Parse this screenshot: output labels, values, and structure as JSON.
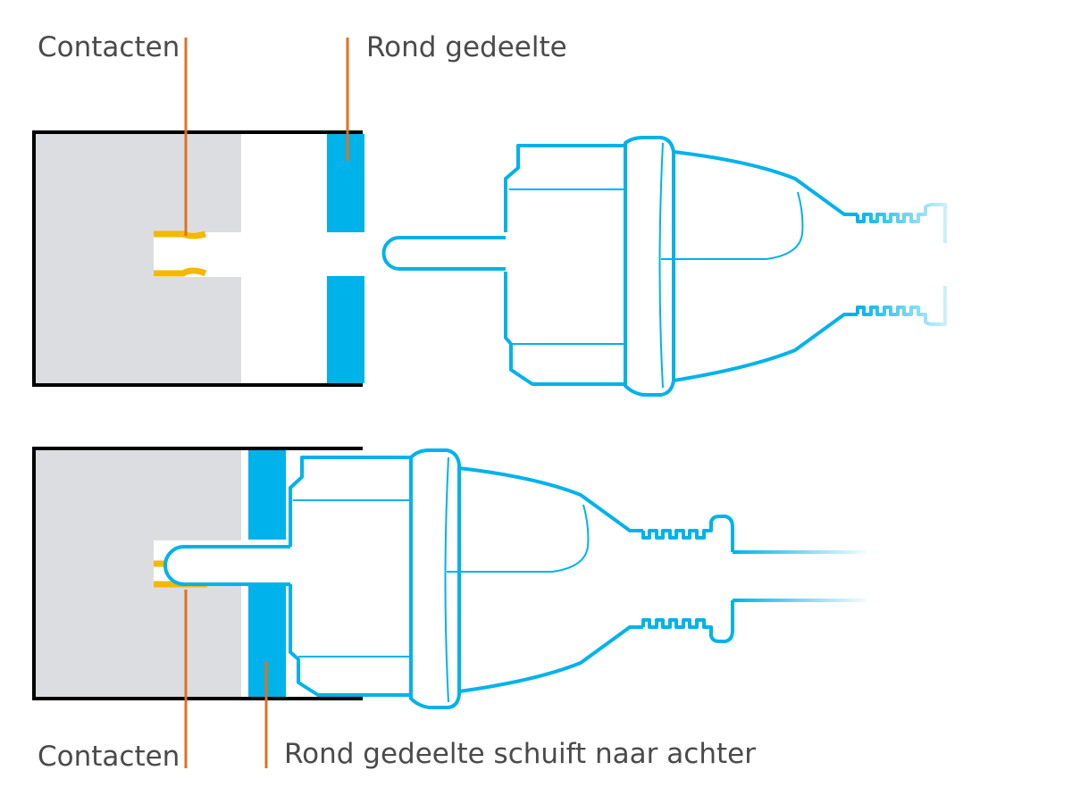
{
  "labels": {
    "top_contacts": "Contacten",
    "top_round_part": "Rond gedeelte",
    "bottom_contacts": "Contacten",
    "bottom_round_part": "Rond gedeelte schuift naar achter"
  },
  "colors": {
    "text": "#4a4a4a",
    "leader_line": "#e07020",
    "socket_body": "#dcdde0",
    "outline": "#000000",
    "blue": "#00b2ea",
    "contacts": "#f5b800"
  }
}
